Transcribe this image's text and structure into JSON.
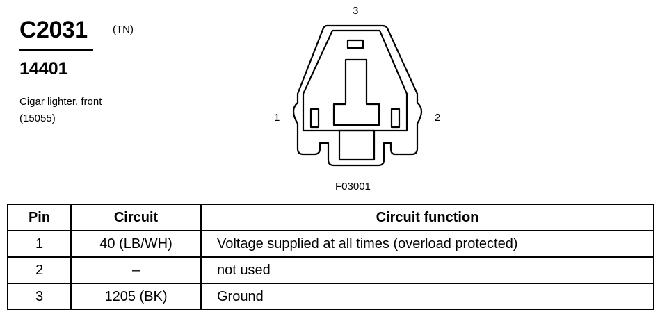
{
  "header": {
    "connector_id": "C2031",
    "color_code": "(TN)",
    "part_number": "14401",
    "description_line1": "Cigar lighter, front",
    "description_line2": "(15055)"
  },
  "diagram": {
    "pin_labels": {
      "top": "3",
      "left": "1",
      "right": "2"
    },
    "figure_code": "F03001"
  },
  "table": {
    "headers": [
      "Pin",
      "Circuit",
      "Circuit function"
    ],
    "rows": [
      {
        "pin": "1",
        "circuit": "40 (LB/WH)",
        "function": "Voltage supplied at all times (overload protected)"
      },
      {
        "pin": "2",
        "circuit": "–",
        "function": "not used"
      },
      {
        "pin": "3",
        "circuit": "1205 (BK)",
        "function": "Ground"
      }
    ]
  }
}
